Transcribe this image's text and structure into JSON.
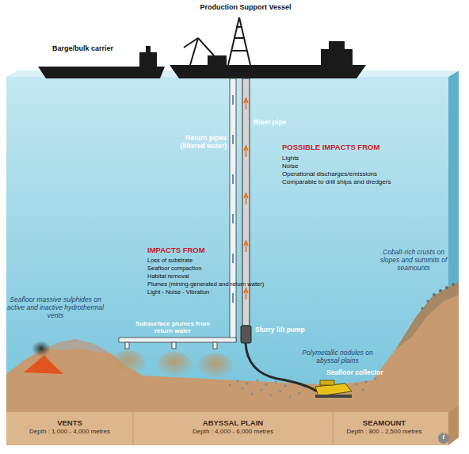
{
  "diagram": {
    "nodes": [
      {
        "text": [
          "VENTS",
          "Depth : 1,000 - 4,000 metres"
        ]
      },
      {
        "text": [
          "ABYSSAL PLAIN",
          "Depth : 4,000 - 6,000 metres"
        ]
      },
      {
        "text": [
          "SEAMOUNT",
          "Depth : 800 - 2,500 metres"
        ]
      }
    ],
    "labels": [
      "Production Support Vessel",
      "Barge/bulk carrier",
      "Return pipes (filtered water)",
      "Riser pipe",
      "POSSIBLE IMPACTS FROM",
      "Lights",
      "Noise",
      "Operational discharges/emissions",
      "Comparable to drill ships and dredgers",
      "IMPACTS FROM",
      "Loss of substrate",
      "Seafloor compaction",
      "Habitat removal",
      "Plumes (mining-generated and return water)",
      "Light - Noise - Vibration",
      "Cobalt-rich crusts on slopes and summits of seamounts",
      "Seafloor massive sulphides on active and inactive hydrothermal vents",
      "Subsurface plumes from return water",
      "Slurry lift pump",
      "Polymetallic nodules on abyssal plains",
      "Seafloor collector",
      "i"
    ]
  }
}
